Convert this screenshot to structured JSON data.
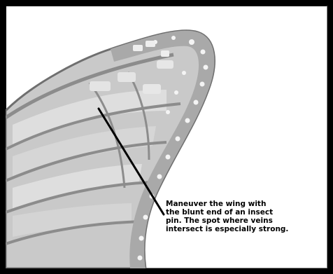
{
  "caption": {
    "lines": [
      "Maneuver the wing with",
      "the blunt end of an insect",
      "pin. The spot where veins",
      "intersect is especially strong."
    ]
  },
  "colors": {
    "frame": "#000000",
    "wing_fill": "#c9c9c9",
    "wing_cell_light": "#dedede",
    "vein": "#8c8c8c",
    "wing_border": "#6f6f6f",
    "spots": "#f4f4f4",
    "pointer_line": "#000000"
  },
  "icons": {
    "wing": "monarch-butterfly-forewing-illustration",
    "pointer": "pointer-line"
  }
}
